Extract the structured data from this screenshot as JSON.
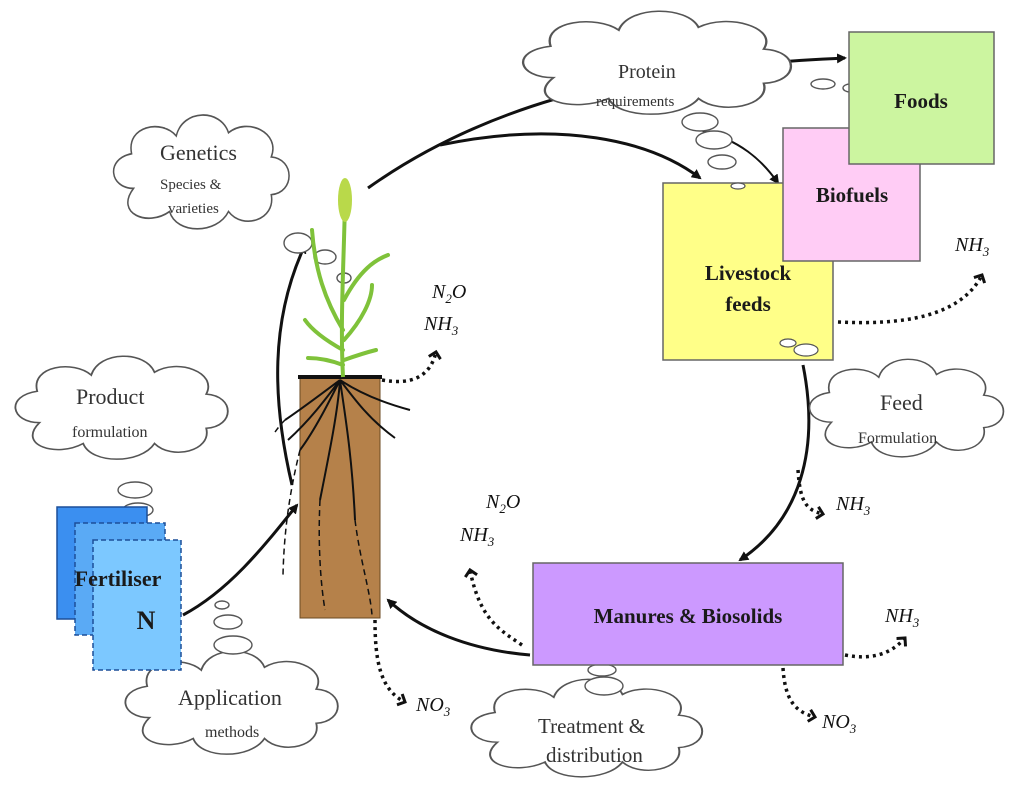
{
  "clouds": {
    "protein": {
      "line1": "Protein",
      "line2": "requirements"
    },
    "genetics": {
      "line1": "Genetics",
      "line2": "Species &",
      "line3": "varieties"
    },
    "product": {
      "line1": "Product",
      "line2": "formulation"
    },
    "application": {
      "line1": "Application",
      "line2": "methods"
    },
    "treatment": {
      "line1": "Treatment &",
      "line2": "distribution"
    },
    "feed": {
      "line1": "Feed",
      "line2": "Formulation"
    }
  },
  "boxes": {
    "foods": "Foods",
    "biofuels": "Biofuels",
    "livestock_line1": "Livestock",
    "livestock_line2": "feeds",
    "manures": "Manures & Biosolids",
    "fertiliser": "Fertiliser",
    "n_label": "N"
  },
  "gases": {
    "n2o_n": "N",
    "n2o_sub": "2",
    "n2o_o": "O",
    "nh3_nh": "NH",
    "nh3_sub": "3",
    "no3_no": "NO",
    "no3_sub": "3"
  },
  "colors": {
    "foods": "#ccf5a0",
    "biofuels": "#ffccf5",
    "livestock": "#ffff88",
    "manures": "#cc99ff",
    "fertiliser_dark": "#3b8ff0",
    "fertiliser_mid": "#5aaaf5",
    "fertiliser_light": "#7cc8ff",
    "soil": "#b5814a"
  }
}
